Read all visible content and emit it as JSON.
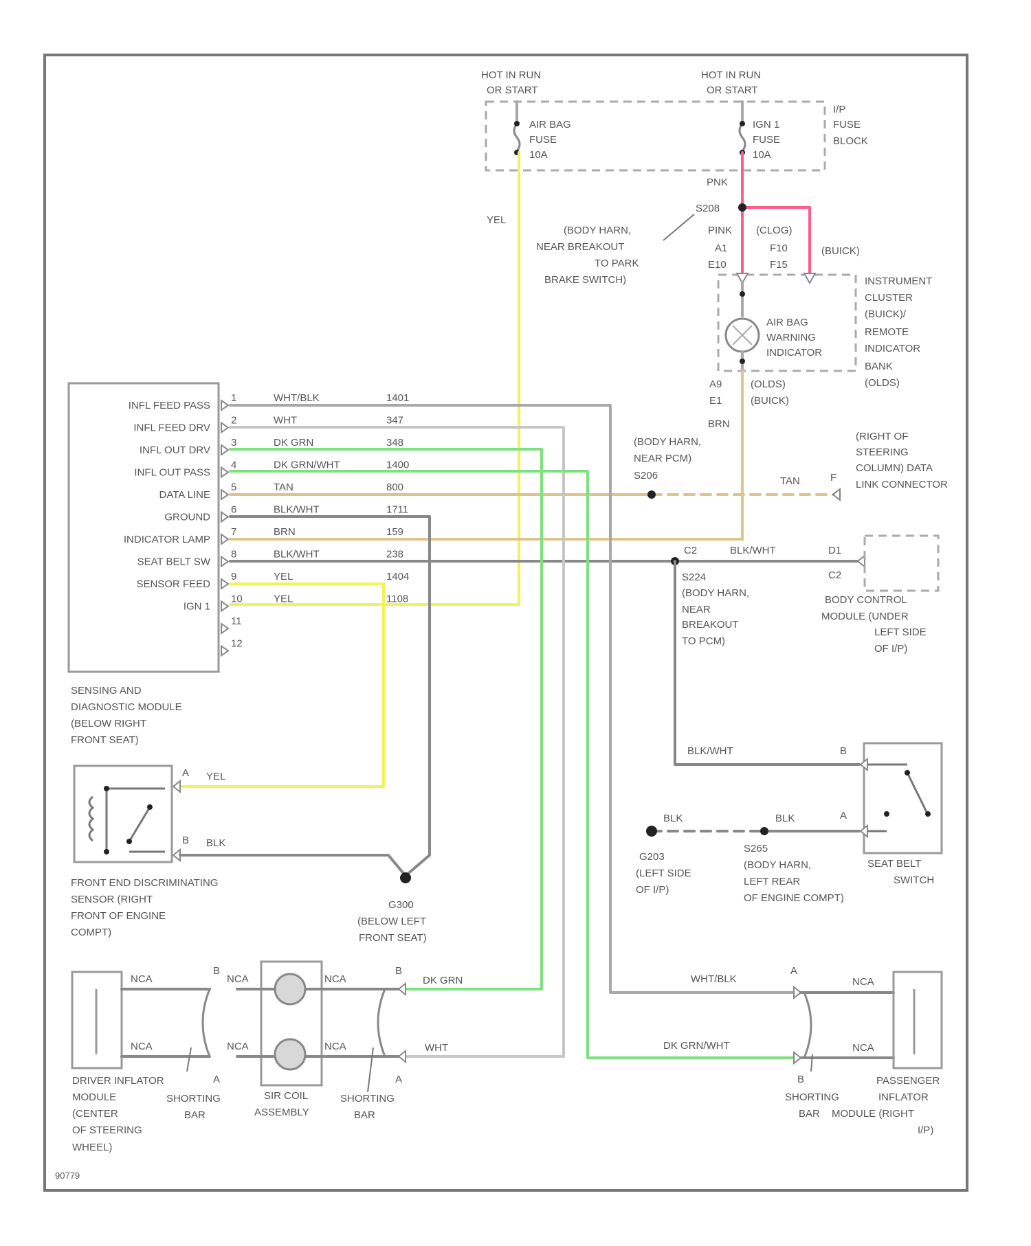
{
  "fuse_block": {
    "hot_left": [
      "HOT IN RUN",
      "OR START"
    ],
    "hot_right": [
      "HOT IN RUN",
      "OR START"
    ],
    "fuse1": [
      "AIR BAG",
      "FUSE",
      "10A"
    ],
    "fuse2": [
      "IGN 1",
      "FUSE",
      "10A"
    ],
    "name": [
      "I/P",
      "FUSE",
      "BLOCK"
    ]
  },
  "wires": {
    "yel_feed": "YEL",
    "pnk": "PNK",
    "brn": "BRN",
    "tan": "TAN",
    "blk_wht": "BLK/WHT",
    "yel": "YEL",
    "blk": "BLK",
    "dk_grn": "DK GRN",
    "wht": "WHT",
    "wht_blk": "WHT/BLK",
    "dk_grn_wht": "DK GRN/WHT",
    "nca": "NCA"
  },
  "splices": {
    "s208": "S208",
    "s208_desc": [
      "(BODY HARN,",
      "NEAR BREAKOUT",
      "TO PARK",
      "BRAKE SWITCH)"
    ],
    "s206": "S206",
    "s206_desc": [
      "(BODY HARN,",
      "NEAR PCM)"
    ],
    "s224": "S224",
    "s224_desc": [
      "(BODY HARN,",
      "NEAR",
      "BREAKOUT",
      "TO PCM)"
    ],
    "s265": "S265",
    "s265_desc": [
      "(BODY HARN,",
      "LEFT REAR",
      "OF ENGINE COMPT)"
    ]
  },
  "cluster": {
    "pink_label": "PINK",
    "c1_label": "(CLOG)",
    "a1": "A1",
    "e10": "E10",
    "f10": "F10",
    "f15": "F15",
    "buick": "(BUICK)",
    "name": [
      "INSTRUMENT",
      "CLUSTER",
      "(BUICK)/",
      "REMOTE",
      "INDICATOR",
      "BANK",
      "(OLDS)"
    ],
    "lamp": [
      "AIR BAG",
      "WARNING",
      "INDICATOR"
    ],
    "a9": "A9",
    "e1": "E1",
    "olds": "(OLDS)",
    "buick2": "(BUICK)"
  },
  "dlc": {
    "pin": "F",
    "name": [
      "(RIGHT OF",
      "STEERING",
      "COLUMN) DATA",
      "LINK CONNECTOR"
    ]
  },
  "bcm": {
    "c2_top": "C2",
    "d1": "D1",
    "c2": "C2",
    "name": [
      "BODY CONTROL",
      "MODULE (UNDER",
      "LEFT SIDE",
      "OF I/P)"
    ]
  },
  "sdm": {
    "pins": [
      {
        "num": "1",
        "func": "INFL FEED PASS",
        "color": "WHT/BLK",
        "circuit": "1401"
      },
      {
        "num": "2",
        "func": "INFL FEED DRV",
        "color": "WHT",
        "circuit": "347"
      },
      {
        "num": "3",
        "func": "INFL OUT DRV",
        "color": "DK GRN",
        "circuit": "348"
      },
      {
        "num": "4",
        "func": "INFL OUT PASS",
        "color": "DK GRN/WHT",
        "circuit": "1400"
      },
      {
        "num": "5",
        "func": "DATA LINE",
        "color": "TAN",
        "circuit": "800"
      },
      {
        "num": "6",
        "func": "GROUND",
        "color": "BLK/WHT",
        "circuit": "1711"
      },
      {
        "num": "7",
        "func": "INDICATOR LAMP",
        "color": "BRN",
        "circuit": "159"
      },
      {
        "num": "8",
        "func": "SEAT BELT SW",
        "color": "BLK/WHT",
        "circuit": "238"
      },
      {
        "num": "9",
        "func": "SENSOR FEED",
        "color": "YEL",
        "circuit": "1404"
      },
      {
        "num": "10",
        "func": "IGN 1",
        "color": "YEL",
        "circuit": "1108"
      },
      {
        "num": "11",
        "func": "",
        "color": "",
        "circuit": ""
      },
      {
        "num": "12",
        "func": "",
        "color": "",
        "circuit": ""
      }
    ],
    "name": [
      "SENSING AND",
      "DIAGNOSTIC MODULE",
      "(BELOW RIGHT",
      "FRONT SEAT)"
    ]
  },
  "sensor": {
    "pin_a": "A",
    "pin_b": "B",
    "name": [
      "FRONT END DISCRIMINATING",
      "SENSOR (RIGHT",
      "FRONT OF ENGINE",
      "COMPT)"
    ]
  },
  "ground_g300": {
    "name": [
      "G300",
      "(BELOW LEFT",
      "FRONT SEAT)"
    ]
  },
  "ground_g203": {
    "name": [
      "G203",
      "(LEFT SIDE",
      "OF I/P)"
    ]
  },
  "seatbelt": {
    "pin_b": "B",
    "pin_a": "A",
    "name": [
      "SEAT BELT",
      "SWITCH"
    ]
  },
  "driver": {
    "pin_b1": "B",
    "pin_a1": "A",
    "pin_b2": "B",
    "pin_a2": "A",
    "module": [
      "DRIVER INFLATOR",
      "MODULE",
      "(CENTER",
      "OF STEERING",
      "WHEEL)"
    ],
    "bar1": [
      "SHORTING",
      "BAR"
    ],
    "coil": [
      "SIR COIL",
      "ASSEMBLY"
    ],
    "bar2": [
      "SHORTING",
      "BAR"
    ]
  },
  "passenger": {
    "pin_a": "A",
    "pin_b": "B",
    "bar": [
      "SHORTING",
      "BAR"
    ],
    "module": [
      "PASSENGER",
      "INFLATOR",
      "MODULE (RIGHT",
      "I/P)"
    ]
  },
  "fig_id": "90779",
  "wire_colors": {
    "yellow": "#f2f25a",
    "green": "#7fe07f",
    "tan": "#dcc48c",
    "pink": "#ff5c8a",
    "gray": "#a8a8a8"
  }
}
